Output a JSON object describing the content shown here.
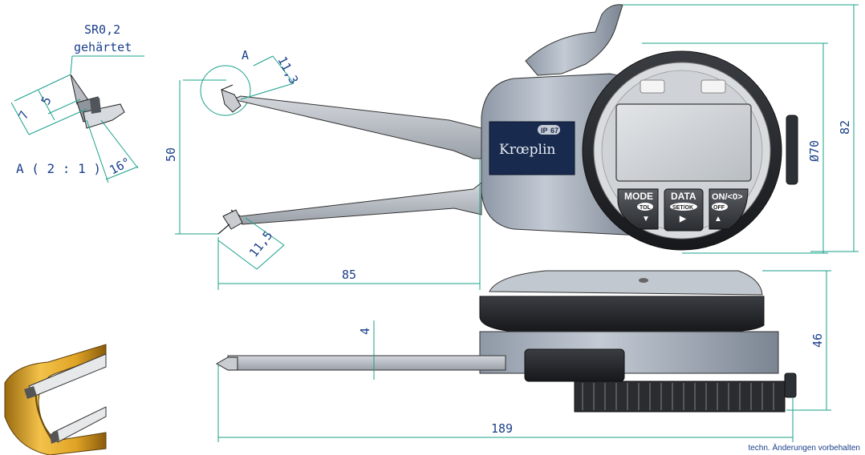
{
  "detail": {
    "radius_label": "SR0,2",
    "hardened_label": "gehärtet",
    "view_label": "A ( 2 : 1 )",
    "dim_5": "5",
    "dim_7": "7",
    "angle": "16°"
  },
  "front_view": {
    "detail_ref": "A",
    "dim_11_3": "11,3",
    "dim_11_5": "11,5",
    "dim_50": "50",
    "dim_85": "85",
    "dim_82": "82",
    "diameter": "Ø70"
  },
  "gauge": {
    "brand": "Krœplin",
    "ip_rating_prefix": "IP",
    "ip_rating_value": "67",
    "keys": [
      {
        "label": "MODE",
        "sub": "TOL",
        "arrow": "▼"
      },
      {
        "label": "DATA",
        "sub": "SET/OK",
        "arrow": "▶"
      },
      {
        "label": "ON/<0>",
        "sub": "OFF",
        "arrow": "▲"
      }
    ]
  },
  "side_view": {
    "dim_4": "4",
    "dim_46": "46",
    "dim_189": "189"
  },
  "footer_note": "techn. Änderungen vorbehalten"
}
